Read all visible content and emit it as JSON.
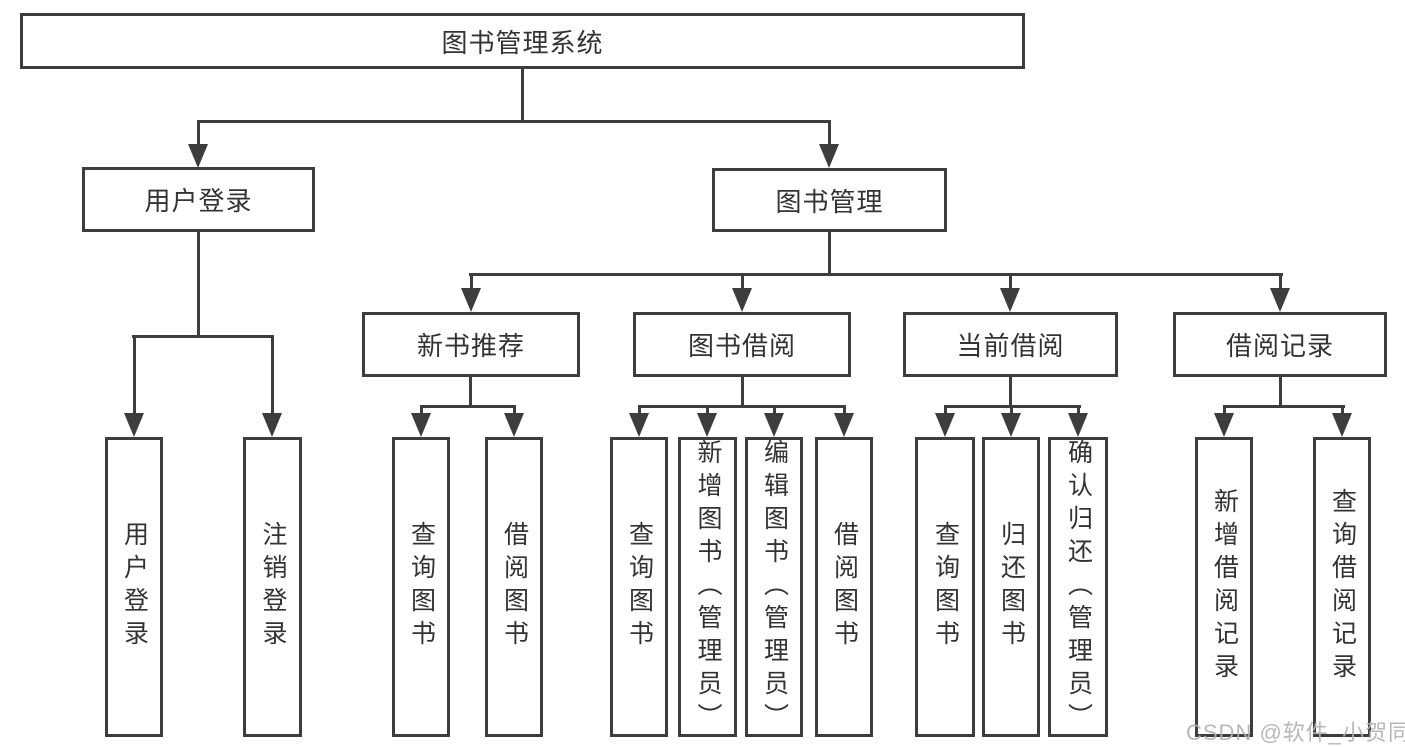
{
  "diagram": {
    "title": "图书管理系统",
    "level2": {
      "user_login": "用户登录",
      "book_mgmt": "图书管理"
    },
    "level3": {
      "new_books": "新书推荐",
      "book_borrow": "图书借阅",
      "current_borrow": "当前借阅",
      "borrow_records": "借阅记录"
    },
    "leaves": {
      "user_login": [
        "用户登录",
        "注销登录"
      ],
      "new_books": [
        "查询图书",
        "借阅图书"
      ],
      "book_borrow": [
        "查询图书",
        "新增图书（管理员）",
        "编辑图书（管理员）",
        "借阅图书"
      ],
      "current_borrow": [
        "查询图书",
        "归还图书",
        "确认归还（管理员）"
      ],
      "borrow_records": [
        "新增借阅记录",
        "查询借阅记录"
      ]
    },
    "colors": {
      "line": "#3d3d3d",
      "text": "#333333",
      "background": "#ffffff",
      "watermark": "#b2b2b2"
    },
    "watermark": "CSDN @软件_小贺同学"
  }
}
